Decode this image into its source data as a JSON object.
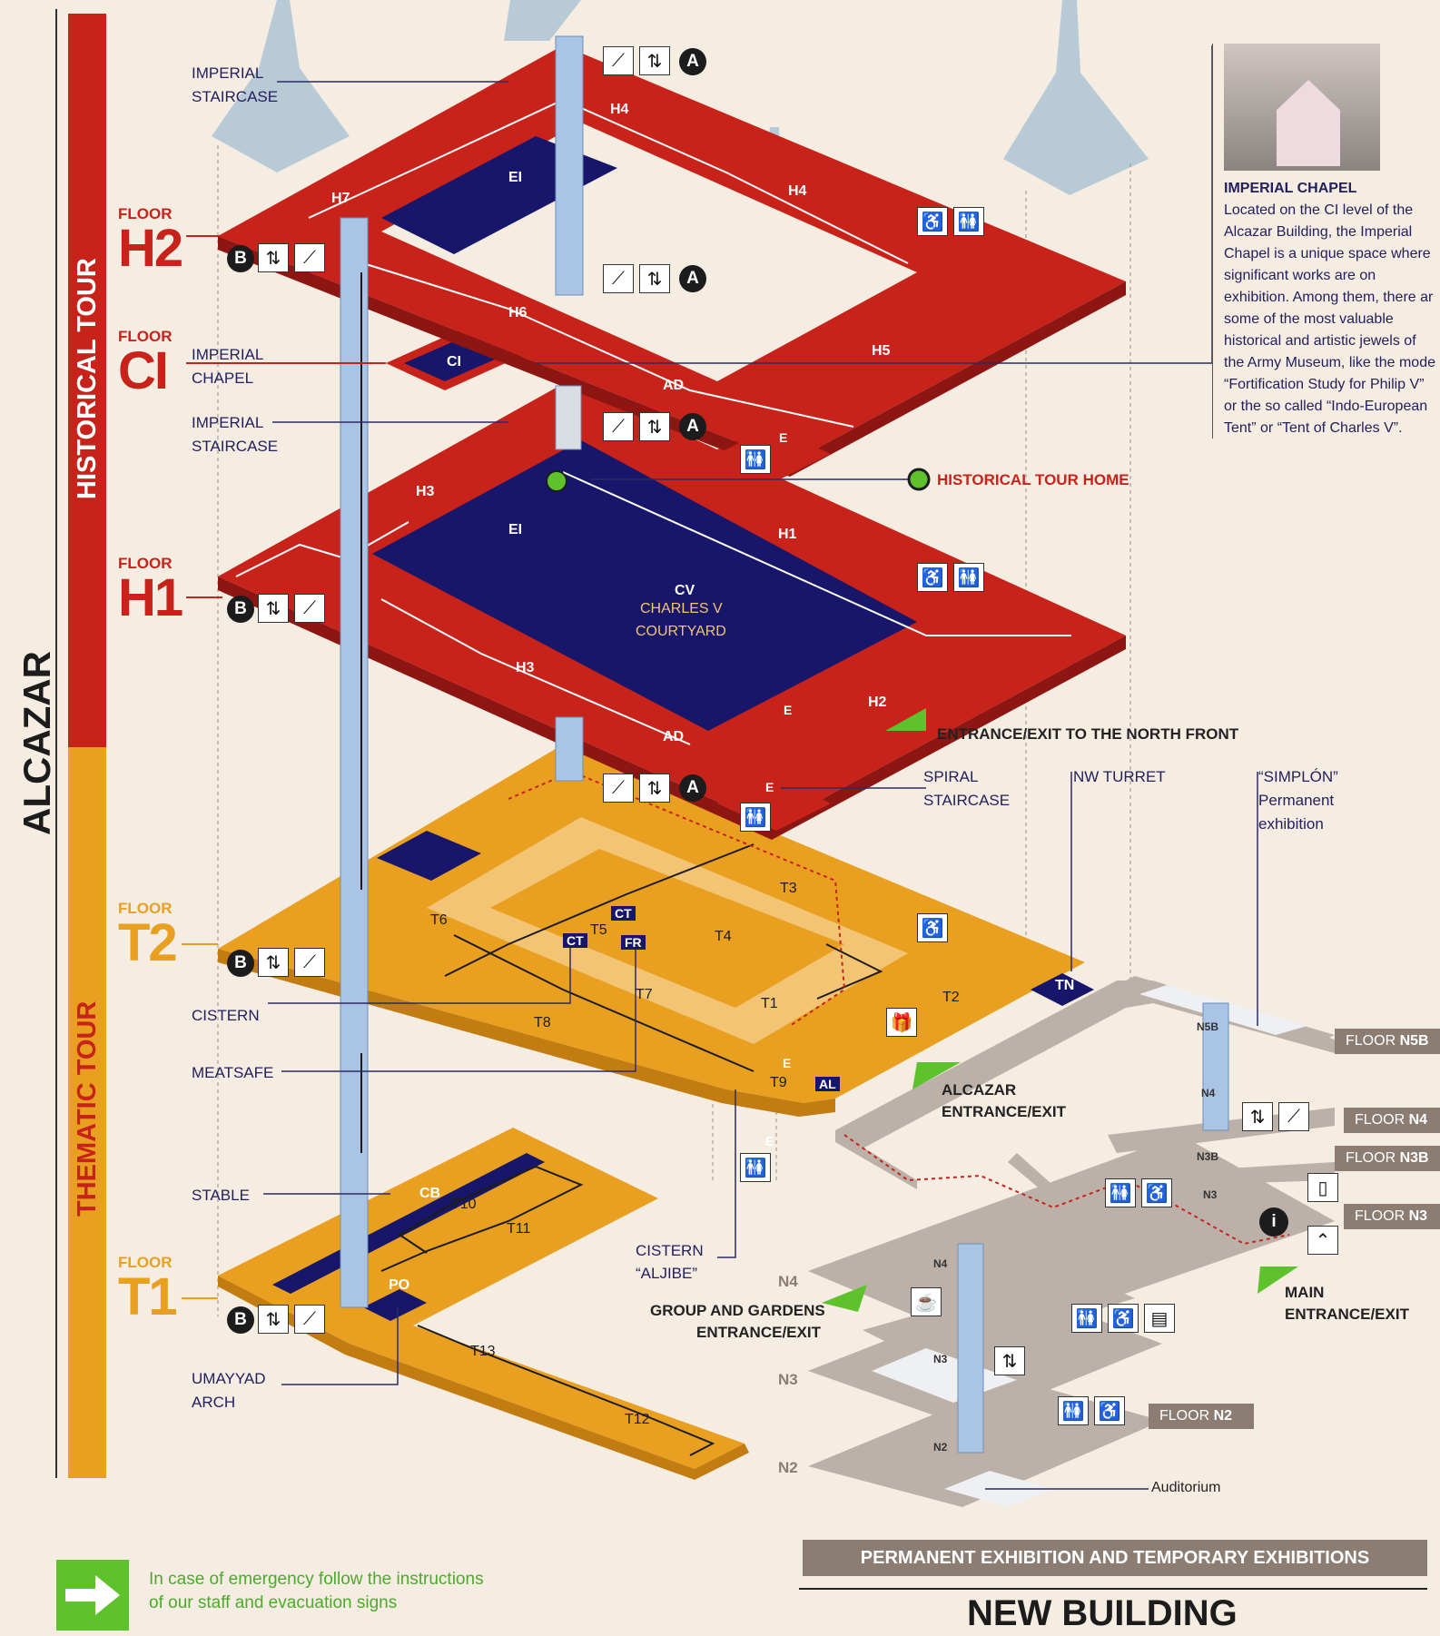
{
  "sidebar": {
    "building": "ALCAZAR",
    "historical_tour": "HISTORICAL TOUR",
    "thematic_tour": "THEMATIC TOUR"
  },
  "floors": {
    "h2": {
      "label": "FLOOR",
      "code": "H2"
    },
    "ci": {
      "label": "FLOOR",
      "code": "CI"
    },
    "h1": {
      "label": "FLOOR",
      "code": "H1"
    },
    "t2": {
      "label": "FLOOR",
      "code": "T2"
    },
    "t1": {
      "label": "FLOOR",
      "code": "T1"
    }
  },
  "left_labels": {
    "imperial_staircase_top": [
      "IMPERIAL",
      "STAIRCASE"
    ],
    "imperial_chapel": [
      "IMPERIAL",
      "CHAPEL"
    ],
    "imperial_staircase_mid": [
      "IMPERIAL",
      "STAIRCASE"
    ],
    "cistern": "CISTERN",
    "meatsafe": "MEATSAFE",
    "stable": "STABLE",
    "umayyad_arch": [
      "UMAYYAD",
      "ARCH"
    ],
    "cistern_aljibe": [
      "CISTERN",
      "“ALJIBE”"
    ]
  },
  "markers": {
    "a": "A",
    "b": "B",
    "e": "E"
  },
  "rooms": {
    "h4": "H4",
    "h7": "H7",
    "ei": "EI",
    "h6": "H6",
    "h5": "H5",
    "ci": "CI",
    "ad": "AD",
    "h3": "H3",
    "h1": "H1",
    "h2": "H2",
    "cv": "CV",
    "cv_name1": "CHARLES V",
    "cv_name2": "COURTYARD",
    "t1": "T1",
    "t2": "T2",
    "t3": "T3",
    "t4": "T4",
    "t5": "T5",
    "t6": "T6",
    "t7": "T7",
    "t8": "T8",
    "t9": "T9",
    "ct": "CT",
    "fr": "FR",
    "al": "AL",
    "tn": "TN",
    "cb": "CB",
    "t10": "T10",
    "t11": "T11",
    "t12": "T12",
    "t13": "T13",
    "po": "PO"
  },
  "callouts": {
    "historical_tour_home": "HISTORICAL TOUR HOME",
    "north_front": "ENTRANCE/EXIT TO THE NORTH FRONT",
    "spiral_staircase": [
      "SPIRAL",
      "STAIRCASE"
    ],
    "nw_turret": "NW TURRET",
    "simplon": [
      "“SIMPLÓN”",
      "Permanent",
      "exhibition"
    ],
    "alcazar_entrance": [
      "ALCAZAR",
      "ENTRANCE/EXIT"
    ],
    "group_gardens": [
      "GROUP AND GARDENS",
      "ENTRANCE/EXIT"
    ],
    "main_entrance": [
      "MAIN",
      "ENTRANCE/EXIT"
    ],
    "auditorium": "Auditorium"
  },
  "chapel_info": {
    "title": "IMPERIAL CHAPEL",
    "lines": [
      "Located on the CI level of the",
      "Alcazar Building, the Imperial",
      "Chapel is a unique space where",
      "significant works are on",
      "exhibition. Among them, there ar",
      "some of the most valuable",
      "historical and artistic jewels  of",
      "the Army Museum, like the mode",
      "“Fortification Study for Philip V”",
      "or the so called “Indo-European",
      "Tent” or “Tent of Charles V”."
    ]
  },
  "new_building": {
    "floor_tags": {
      "n5b": {
        "prefix": "FLOOR ",
        "code": "N5B"
      },
      "n4": {
        "prefix": "FLOOR ",
        "code": "N4"
      },
      "n3b": {
        "prefix": "FLOOR ",
        "code": "N3B"
      },
      "n3": {
        "prefix": "FLOOR ",
        "code": "N3"
      },
      "n2": {
        "prefix": "FLOOR ",
        "code": "N2"
      }
    },
    "level_marks": {
      "n5b": "N5B",
      "n4": "N4",
      "n3b": "N3B",
      "n3": "N3",
      "n2": "N2"
    },
    "side_levels": {
      "n4": "N4",
      "n3": "N3",
      "n2": "N2"
    },
    "banner": "PERMANENT EXHIBITION AND TEMPORARY EXHIBITIONS",
    "title": "NEW BUILDING"
  },
  "emergency": {
    "line1": "In case of emergency follow the instructions",
    "line2": "of our staff and evacuation signs"
  },
  "icons": {
    "stairs": "stairs-icon",
    "lift": "lift-icon",
    "wc": "restroom-icon",
    "accessible": "accessible-wc-icon",
    "gift": "gift-shop-icon",
    "info": "information-icon",
    "cloak": "cloakroom-icon",
    "cafe": "cafe-icon",
    "locker": "locker-icon",
    "guide": "guide-icon"
  },
  "colors": {
    "historical": "#c8231b",
    "thematic": "#e9a021",
    "dark_red": "#8d1512",
    "navy": "#17166a",
    "new_building": "#bcb1a9",
    "background": "#f5ece2",
    "green": "#5ec22d"
  }
}
